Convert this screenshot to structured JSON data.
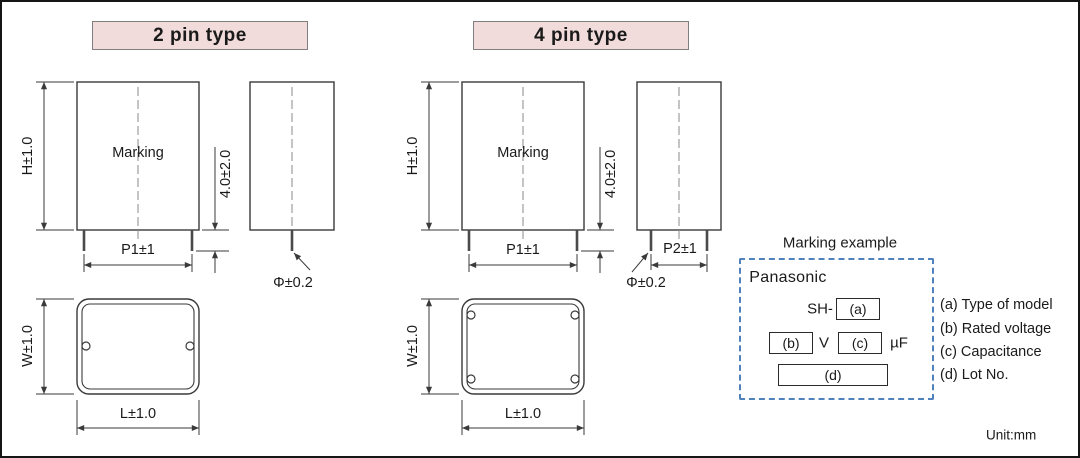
{
  "headers": {
    "two_pin": "2 pin type",
    "four_pin": "4 pin type"
  },
  "two_pin": {
    "front": {
      "marking": "Marking",
      "height": "H±1.0",
      "lead_pitch": "P1±1",
      "lead_length": "4.0±2.0"
    },
    "side": {
      "lead_diameter": "Φ±0.2"
    },
    "bottom": {
      "width": "W±1.0",
      "length": "L±1.0"
    }
  },
  "four_pin": {
    "front": {
      "marking": "Marking",
      "height": "H±1.0",
      "lead_pitch": "P1±1",
      "lead_length": "4.0±2.0"
    },
    "side": {
      "lead_pitch2": "P2±1",
      "lead_diameter": "Φ±0.2"
    },
    "bottom": {
      "width": "W±1.0",
      "length": "L±1.0"
    }
  },
  "marking_example": {
    "title": "Marking  example",
    "brand": "Panasonic",
    "prefix": "SH-",
    "box_a": "(a)",
    "box_b": "(b)",
    "voltage_unit": "V",
    "box_c": "(c)",
    "capacitance_unit": "µF",
    "box_d": "(d)",
    "legend": [
      "(a) Type of model",
      "(b) Rated voltage",
      "(c) Capacitance",
      "(d) Lot No."
    ]
  },
  "footer": {
    "unit": "Unit:mm"
  },
  "colors": {
    "header_bg": "#f2dcdb",
    "marking_border": "#4f81bd",
    "line": "#3a3a3a"
  }
}
